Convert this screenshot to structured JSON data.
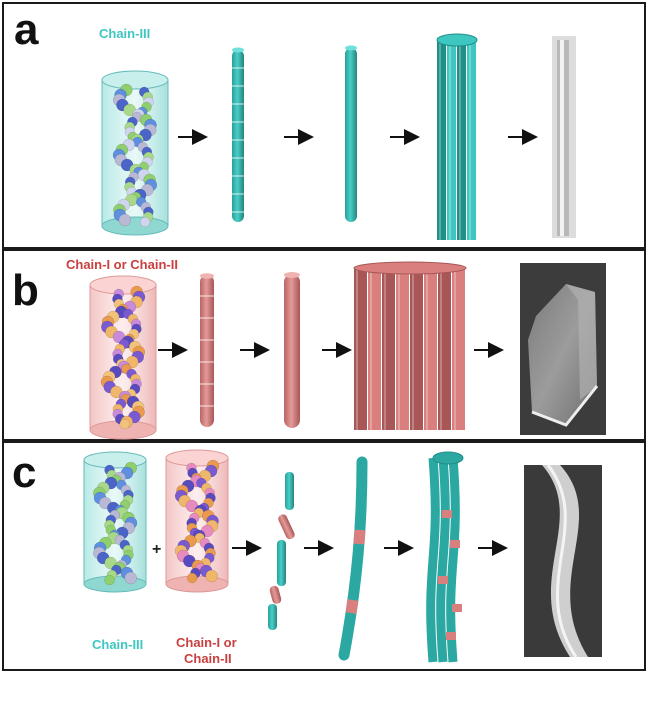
{
  "panels": [
    {
      "letter": "a",
      "chain_label": "Chain-III"
    },
    {
      "letter": "b",
      "chain_label": "Chain-I or Chain-II"
    },
    {
      "letter": "c",
      "chain_label_left": "Chain-III",
      "plus": "+",
      "chain_label_right_line1": "Chain-I or",
      "chain_label_right_line2": "Chain-II"
    }
  ],
  "colors": {
    "teal": "#3ec6c0",
    "teal_dark": "#1f8f88",
    "pink": "#d9807f",
    "pink_dark": "#a85656",
    "label_teal": "#3ec6c0",
    "label_red": "#c8403f"
  }
}
